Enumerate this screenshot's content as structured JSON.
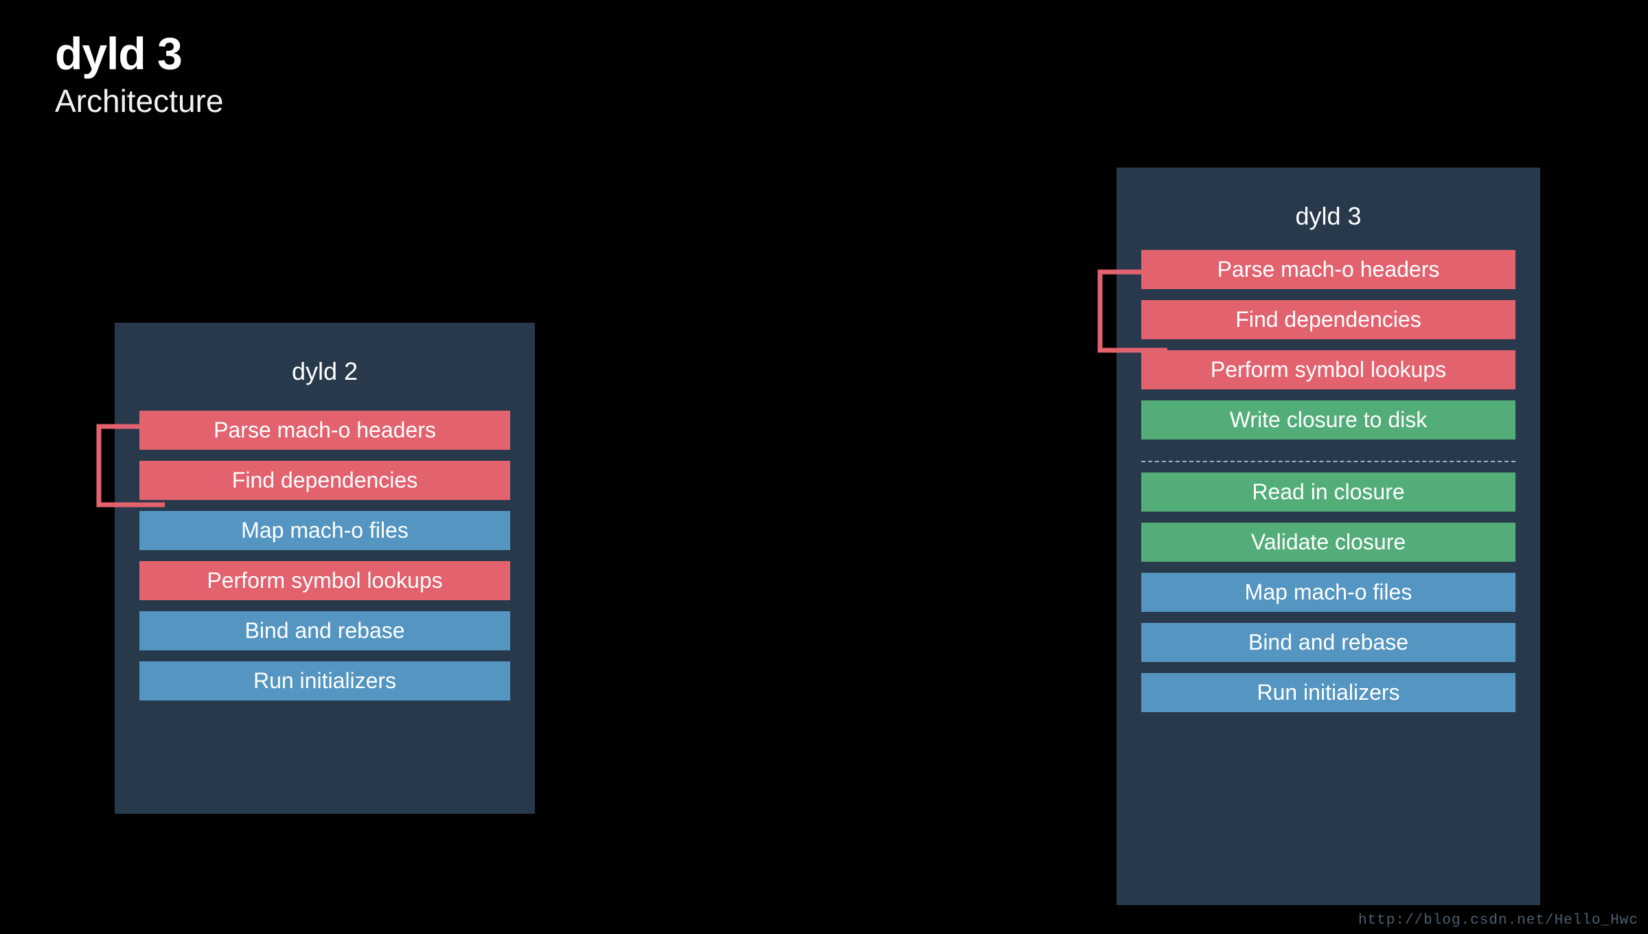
{
  "slide": {
    "title": "dyld 3",
    "subtitle": "Architecture",
    "background_color": "#000000"
  },
  "colors": {
    "panel_background": "#27394b",
    "stage_red": "#e2626e",
    "stage_blue": "#5495c2",
    "stage_green": "#52ad78",
    "arrow": "#e2626e",
    "divider": "#9fb0bd",
    "text": "#ffffff",
    "watermark": "#4d5f6e"
  },
  "panels": [
    {
      "id": "dyld2",
      "title": "dyld 2",
      "stages": [
        {
          "label": "Parse mach-o headers",
          "color": "red"
        },
        {
          "label": "Find dependencies",
          "color": "red"
        },
        {
          "label": "Map mach-o files",
          "color": "blue"
        },
        {
          "label": "Perform symbol lookups",
          "color": "red"
        },
        {
          "label": "Bind and rebase",
          "color": "blue"
        },
        {
          "label": "Run initializers",
          "color": "blue"
        }
      ]
    },
    {
      "id": "dyld3",
      "title": "dyld 3",
      "stages": [
        {
          "label": "Parse mach-o headers",
          "color": "red"
        },
        {
          "label": "Find dependencies",
          "color": "red"
        },
        {
          "label": "Perform symbol lookups",
          "color": "red"
        },
        {
          "label": "Write closure to disk",
          "color": "green"
        },
        {
          "label": "",
          "color": "divider"
        },
        {
          "label": "Read in closure",
          "color": "green"
        },
        {
          "label": "Validate closure",
          "color": "green"
        },
        {
          "label": "Map mach-o files",
          "color": "blue"
        },
        {
          "label": "Bind and rebase",
          "color": "blue"
        },
        {
          "label": "Run initializers",
          "color": "blue"
        }
      ]
    }
  ],
  "arrows": [
    {
      "id": "loop-arrow-dyld2",
      "from_stage": "Find dependencies",
      "to_stage": "Parse mach-o headers"
    },
    {
      "id": "loop-arrow-dyld3",
      "from_stage": "Find dependencies",
      "to_stage": "Parse mach-o headers"
    }
  ],
  "watermark": "http://blog.csdn.net/Hello_Hwc"
}
